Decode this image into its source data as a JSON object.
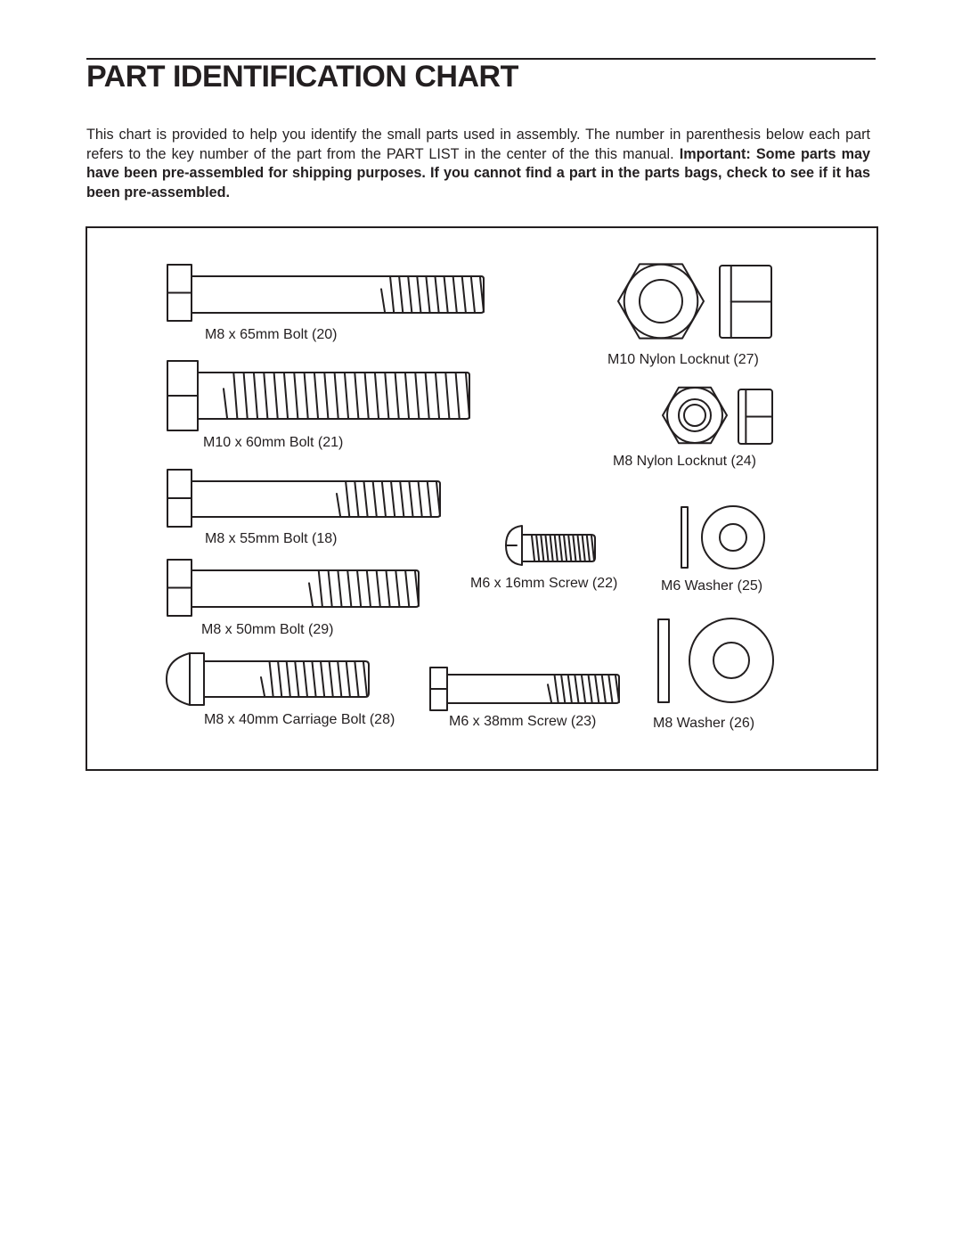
{
  "page": {
    "title": "PART IDENTIFICATION CHART",
    "intro": "This chart is provided to help you identify the small parts used in assembly. The number in parenthesis below each part refers to the key number of the part from the PART LIST in the center of the this manual.",
    "important_label": "Important:",
    "important_text": "Some parts may have been pre-assembled for shipping purposes. If you cannot find a part in the parts bags, check to see if it has been pre-assembled."
  },
  "parts": {
    "m8_65_bolt": "M8 x 65mm Bolt (20)",
    "m10_60_bolt": "M10 x 60mm Bolt (21)",
    "m8_55_bolt": "M8 x 55mm Bolt (18)",
    "m8_50_bolt": "M8 x 50mm Bolt (29)",
    "m8_40_carriage_bolt": "M8 x 40mm Carriage Bolt (28)",
    "m10_nylon_locknut": "M10 Nylon Locknut (27)",
    "m8_nylon_locknut": "M8 Nylon Locknut (24)",
    "m6_16_screw": "M6 x 16mm Screw (22)",
    "m6_washer": "M6 Washer (25)",
    "m6_38_screw": "M6 x 38mm Screw (23)",
    "m8_washer": "M8 Washer (26)"
  }
}
